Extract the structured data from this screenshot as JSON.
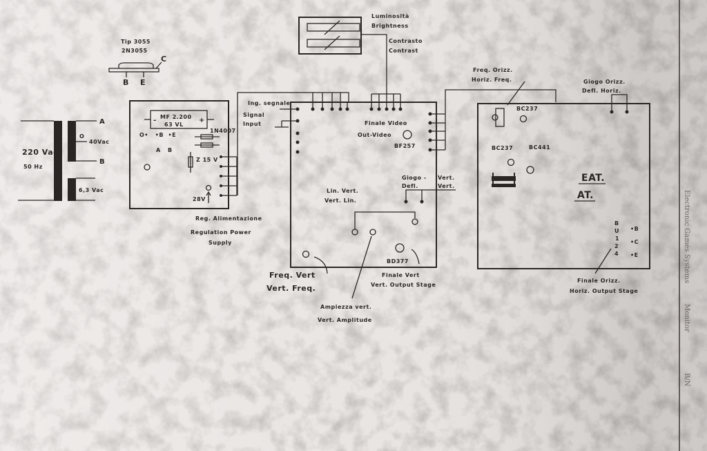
{
  "transformer": {
    "primary_voltage": "220 Vac",
    "frequency": "50 Hz",
    "tap_a": "A",
    "tap_b": "B",
    "tap_zero": "O",
    "secondary_1": "40Vac",
    "secondary_2": "6,3 Vac"
  },
  "transistor": {
    "model_1": "Tip 3055",
    "model_2": "2N3055",
    "pin_b": "B",
    "pin_e": "E",
    "pin_c": "C"
  },
  "power_supply": {
    "capacitor_1": "MF 2.200",
    "capacitor_2": "63 VL",
    "minus": "-",
    "plus": "+",
    "diode": "1N4007",
    "pins_top": "O•   •B  •E",
    "pin_a": "A",
    "pin_b": "B",
    "zener": "Z 15 V",
    "voltage": "28V",
    "label_it": "Reg. Alimentazione",
    "label_en_1": "Regulation Power",
    "label_en_2": "Supply"
  },
  "brightness_contrast": {
    "brightness_it": "Luminosità",
    "brightness_en": "Brightness",
    "contrast_it": "Contrasto",
    "contrast_en": "Contrast"
  },
  "main_board": {
    "signal_it": "Ing. segnale",
    "signal_en_1": "Signal",
    "signal_en_2": "Input",
    "video_it": "Finale Video",
    "video_en": "Out-Video",
    "video_transistor": "BF257",
    "yoke_1": "Giogo -",
    "yoke_2": "Defl.",
    "yoke_vert_1": "Vert.",
    "yoke_vert_2": "Vert.",
    "lin_it": "Lin. Vert.",
    "lin_en": "Vert. Lin.",
    "vert_transistor": "BD377",
    "freq_it": "Freq. Vert",
    "freq_en": "Vert. Freq.",
    "out_it": "Finale Vert",
    "out_en": "Vert. Output Stage",
    "amp_it": "Ampiezza vert.",
    "amp_en": "Vert. Amplitude"
  },
  "horiz_board": {
    "freq_it": "Freq. Orizz.",
    "freq_en": "Horiz. Freq.",
    "yoke_it": "Giogo Orizz.",
    "yoke_en": "Defl. Horiz.",
    "transistor_1": "BC237",
    "transistor_2": "BC237",
    "transistor_3": "BC441",
    "eat": "EAT.",
    "at": "AT.",
    "output_transistor": [
      "B",
      "U",
      "1",
      "2",
      "4"
    ],
    "pin_b": "•B",
    "pin_c": "•C",
    "pin_e": "•E",
    "out_it": "Finale Orizz.",
    "out_en": "Horiz. Output Stage"
  },
  "margin": {
    "company": "Electronic Games Systems",
    "title": "Monitor",
    "type": "B/N"
  }
}
